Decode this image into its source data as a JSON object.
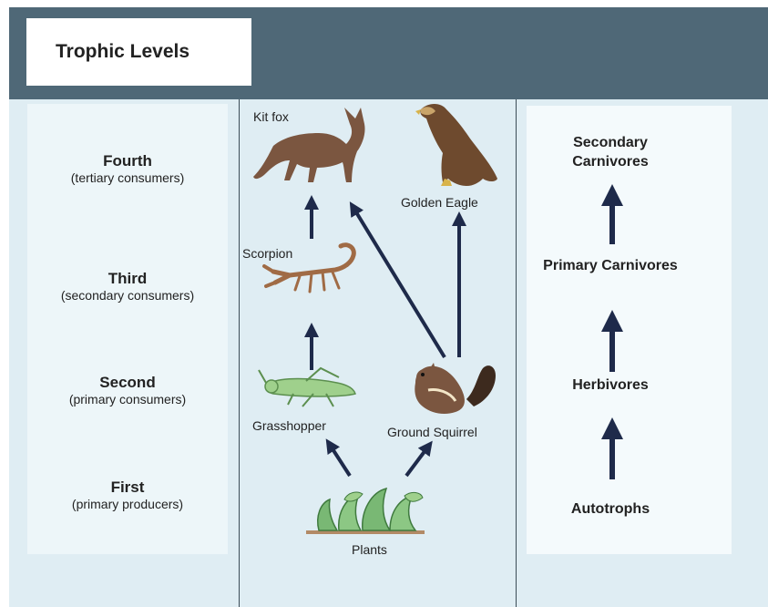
{
  "title": "Trophic Levels",
  "levels": [
    {
      "name": "Fourth",
      "desc": "(tertiary consumers)"
    },
    {
      "name": "Third",
      "desc": "(secondary consumers)"
    },
    {
      "name": "Second",
      "desc": "(primary consumers)"
    },
    {
      "name": "First",
      "desc": "(primary producers)"
    }
  ],
  "organisms": {
    "kit_fox": "Kit fox",
    "golden_eagle": "Golden Eagle",
    "scorpion": "Scorpion",
    "grasshopper": "Grasshopper",
    "ground_squirrel": "Ground Squirrel",
    "plants": "Plants"
  },
  "roles": {
    "secondary_carnivores": "Secondary Carnivores",
    "primary_carnivores": "Primary Carnivores",
    "herbivores": "Herbivores",
    "autotrophs": "Autotrophs"
  },
  "colors": {
    "header": "#4f6877",
    "background": "#dfedf3",
    "arrow": "#1e2a4a",
    "animal_brown": "#7b5640",
    "grasshopper": "#9fd08c",
    "plant": "#79b874"
  },
  "icons": [
    "fox-icon",
    "eagle-icon",
    "scorpion-icon",
    "grasshopper-icon",
    "squirrel-icon",
    "plants-icon"
  ]
}
